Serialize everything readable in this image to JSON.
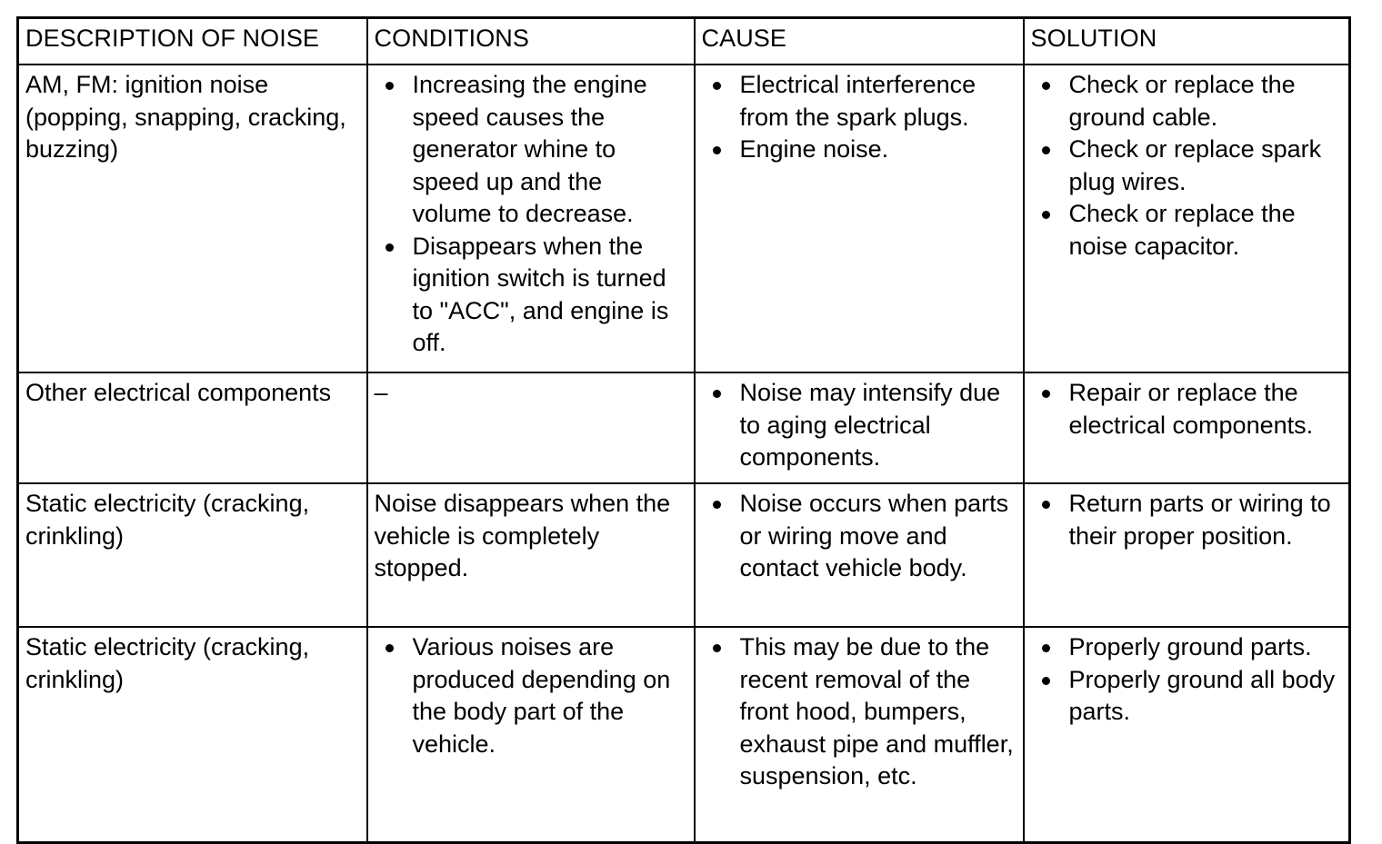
{
  "table": {
    "headers": [
      "DESCRIPTION OF NOISE",
      "CONDITIONS",
      "CAUSE",
      "SOLUTION"
    ],
    "rows": [
      {
        "description": "AM, FM: ignition noise (popping, snapping, cracking, buzzing)",
        "conditions": [
          "Increasing the engine speed causes the generator whine to speed up and the volume to decrease.",
          "Disappears when the ignition switch is turned to \"ACC\", and engine is off."
        ],
        "cause": [
          "Electrical interference from the spark plugs.",
          "Engine noise."
        ],
        "solution": [
          "Check or replace the ground cable.",
          "Check or replace spark plug wires.",
          "Check or replace the noise capacitor."
        ]
      },
      {
        "description": "Other electrical components",
        "conditions_plain": "–",
        "cause": [
          "Noise may intensify due to aging electrical components."
        ],
        "solution": [
          "Repair or replace the electrical components."
        ]
      },
      {
        "description": "Static electricity (cracking, crinkling)",
        "conditions_plain": "Noise disappears when the vehicle is completely stopped.",
        "cause": [
          "Noise occurs when parts or wiring move and contact vehicle body."
        ],
        "solution": [
          "Return parts or wiring to their proper position."
        ]
      },
      {
        "description": "Static electricity (cracking, crinkling)",
        "conditions": [
          "Various noises are produced depending on the body part of the vehicle."
        ],
        "cause": [
          "This may be due to the recent removal of the front hood, bumpers, exhaust pipe and muffler, suspension, etc."
        ],
        "solution": [
          "Properly ground parts.",
          "Properly ground all body parts."
        ]
      }
    ]
  },
  "colors": {
    "page_background": "#ffffff",
    "text": "#000000",
    "border": "#000000"
  }
}
